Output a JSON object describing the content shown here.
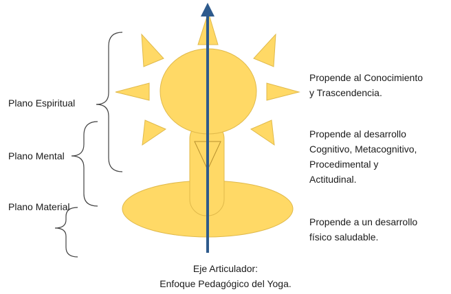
{
  "diagram": {
    "planes": {
      "spiritual": "Plano Espiritual",
      "mental": "Plano Mental",
      "material": "Plano Material"
    },
    "descriptions": {
      "spiritual_line1": "Propende  al Conocimiento",
      "spiritual_line2": "y Trascendencia.",
      "mental_line1": "Propende  al desarrollo",
      "mental_line2": "Cognitivo, Metacognitivo,",
      "mental_line3": "Procedimental  y",
      "mental_line4": "Actitudinal.",
      "material_line1": "Propende  a un desarrollo",
      "material_line2": "físico saludable."
    },
    "caption": {
      "line1": "Eje Articulador:",
      "line2": "Enfoque Pedagógico del Yoga."
    },
    "colors": {
      "shape_fill": "#FFD966",
      "shape_stroke": "#E0B94A",
      "axis_arrow": "#2E5A8C",
      "brace": "#404040"
    }
  }
}
